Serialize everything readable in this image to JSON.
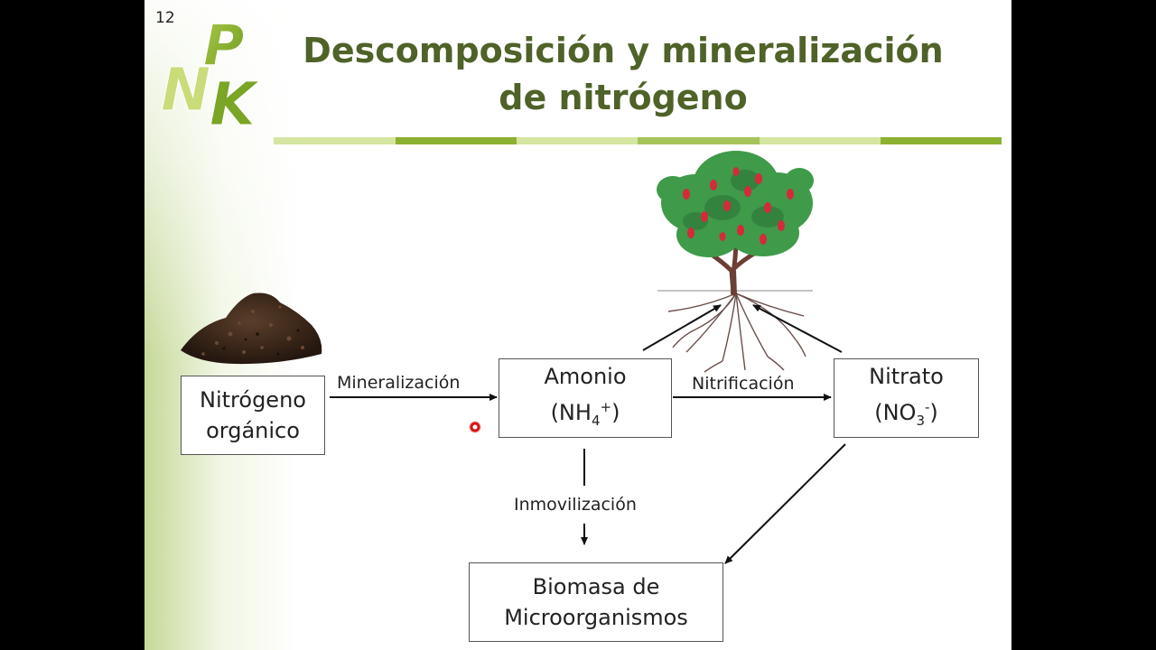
{
  "slide": {
    "number": "12",
    "logo_letters": [
      "P",
      "N",
      "K"
    ],
    "title_line1": "Descomposición y mineralización",
    "title_line2": "de nitrógeno"
  },
  "nodes": {
    "organic": {
      "line1": "Nitrógeno",
      "line2": "orgánico"
    },
    "amonio": {
      "line1": "Amonio",
      "formula_base": "(NH",
      "formula_sub": "4",
      "formula_sup": "+",
      "formula_end": ")"
    },
    "nitrato": {
      "line1": "Nitrato",
      "formula_base": "(NO",
      "formula_sub": "3",
      "formula_sup": "-",
      "formula_end": ")"
    },
    "biomasa": {
      "line1": "Biomasa de",
      "line2": "Microorganismos"
    }
  },
  "edges": {
    "mineralizacion": "Mineralización",
    "nitrificacion": "Nitrificación",
    "inmovilizacion": "Inmovilización"
  },
  "colors": {
    "title": "#4f6228",
    "accent_dark": "#8cb030",
    "accent_light": "#d4e6a0",
    "background": "#000000"
  }
}
